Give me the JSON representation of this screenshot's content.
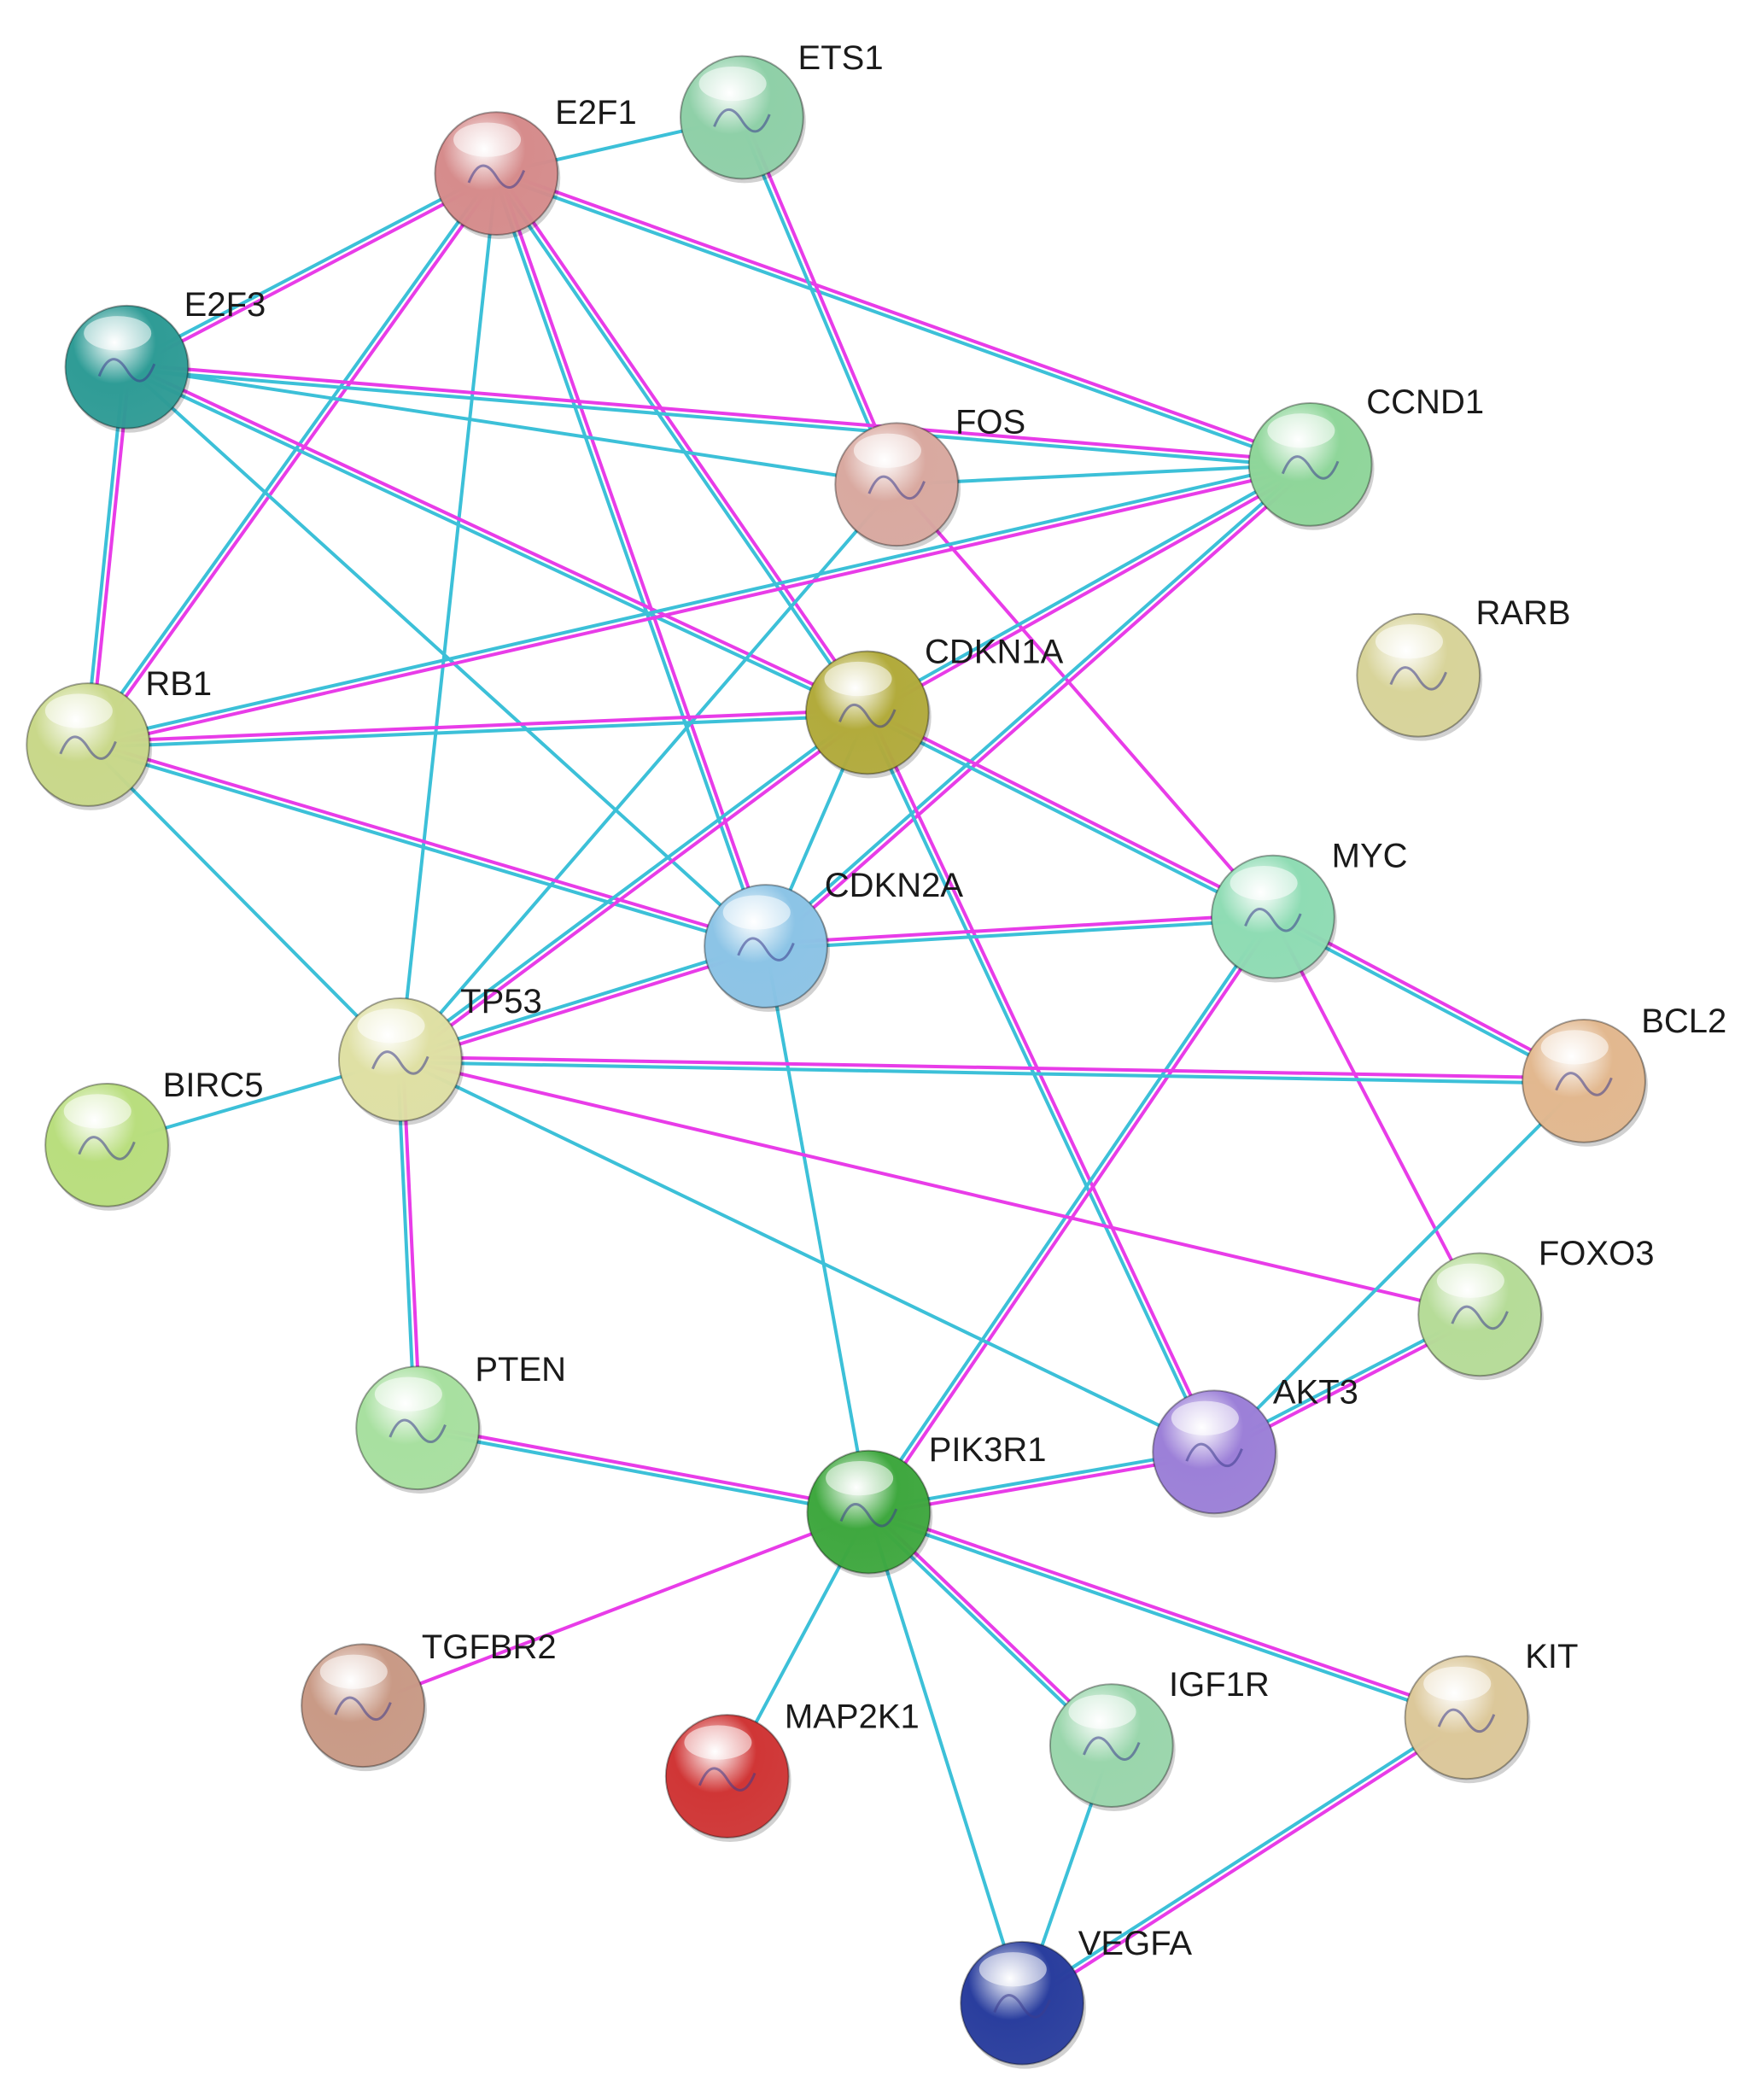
{
  "nodes": [
    {
      "id": "ETS1",
      "label": "ETS1",
      "color": "#8fd0a8"
    },
    {
      "id": "E2F1",
      "label": "E2F1",
      "color": "#d68c8c"
    },
    {
      "id": "E2F3",
      "label": "E2F3",
      "color": "#2f9c96"
    },
    {
      "id": "FOS",
      "label": "FOS",
      "color": "#d9a9a0"
    },
    {
      "id": "CCND1",
      "label": "CCND1",
      "color": "#8fd69a"
    },
    {
      "id": "RARB",
      "label": "RARB",
      "color": "#d8d49a"
    },
    {
      "id": "RB1",
      "label": "RB1",
      "color": "#c9d88a"
    },
    {
      "id": "CDKN1A",
      "label": "CDKN1A",
      "color": "#b2ab3c"
    },
    {
      "id": "CDKN2A",
      "label": "CDKN2A",
      "color": "#8cc4e6"
    },
    {
      "id": "MYC",
      "label": "MYC",
      "color": "#8fdcb4"
    },
    {
      "id": "TP53",
      "label": "TP53",
      "color": "#dfe0a4"
    },
    {
      "id": "BIRC5",
      "label": "BIRC5",
      "color": "#b9de7e"
    },
    {
      "id": "BCL2",
      "label": "BCL2",
      "color": "#e2b88f"
    },
    {
      "id": "FOXO3",
      "label": "FOXO3",
      "color": "#b6dc98"
    },
    {
      "id": "PTEN",
      "label": "PTEN",
      "color": "#a8e0a0"
    },
    {
      "id": "AKT3",
      "label": "AKT3",
      "color": "#9c80d8"
    },
    {
      "id": "PIK3R1",
      "label": "PIK3R1",
      "color": "#3fa83f"
    },
    {
      "id": "TGFBR2",
      "label": "TGFBR2",
      "color": "#c99a86"
    },
    {
      "id": "MAP2K1",
      "label": "MAP2K1",
      "color": "#d03636"
    },
    {
      "id": "IGF1R",
      "label": "IGF1R",
      "color": "#9ad6ac"
    },
    {
      "id": "KIT",
      "label": "KIT",
      "color": "#dcc89a"
    },
    {
      "id": "VEGFA",
      "label": "VEGFA",
      "color": "#2a3e9e"
    }
  ],
  "edges": [
    [
      "E2F1",
      "ETS1",
      "c"
    ],
    [
      "E2F1",
      "E2F3",
      "mc"
    ],
    [
      "E2F1",
      "CCND1",
      "mc"
    ],
    [
      "E2F1",
      "RB1",
      "mc"
    ],
    [
      "E2F1",
      "TP53",
      "c"
    ],
    [
      "E2F1",
      "CDKN1A",
      "mc"
    ],
    [
      "E2F1",
      "CDKN2A",
      "mc"
    ],
    [
      "ETS1",
      "FOS",
      "mc"
    ],
    [
      "E2F3",
      "FOS",
      "c"
    ],
    [
      "E2F3",
      "CCND1",
      "mc"
    ],
    [
      "E2F3",
      "RB1",
      "mc"
    ],
    [
      "E2F3",
      "CDKN1A",
      "mc"
    ],
    [
      "E2F3",
      "CDKN2A",
      "c"
    ],
    [
      "FOS",
      "CCND1",
      "c"
    ],
    [
      "FOS",
      "TP53",
      "c"
    ],
    [
      "FOS",
      "MYC",
      "m"
    ],
    [
      "CCND1",
      "RB1",
      "mc"
    ],
    [
      "CCND1",
      "CDKN1A",
      "mc"
    ],
    [
      "CCND1",
      "CDKN2A",
      "mc"
    ],
    [
      "RB1",
      "CDKN1A",
      "mc"
    ],
    [
      "RB1",
      "CDKN2A",
      "mc"
    ],
    [
      "RB1",
      "TP53",
      "c"
    ],
    [
      "CDKN1A",
      "CDKN2A",
      "c"
    ],
    [
      "CDKN1A",
      "TP53",
      "mc"
    ],
    [
      "CDKN1A",
      "MYC",
      "mc"
    ],
    [
      "CDKN1A",
      "AKT3",
      "mc"
    ],
    [
      "CDKN2A",
      "TP53",
      "mc"
    ],
    [
      "CDKN2A",
      "MYC",
      "mc"
    ],
    [
      "CDKN2A",
      "PIK3R1",
      "c"
    ],
    [
      "MYC",
      "BCL2",
      "mc"
    ],
    [
      "MYC",
      "FOXO3",
      "m"
    ],
    [
      "MYC",
      "PIK3R1",
      "mc"
    ],
    [
      "TP53",
      "BIRC5",
      "c"
    ],
    [
      "TP53",
      "BCL2",
      "mc"
    ],
    [
      "TP53",
      "FOXO3",
      "m"
    ],
    [
      "TP53",
      "PTEN",
      "mc"
    ],
    [
      "TP53",
      "AKT3",
      "c"
    ],
    [
      "BCL2",
      "AKT3",
      "c"
    ],
    [
      "FOXO3",
      "AKT3",
      "mc"
    ],
    [
      "PTEN",
      "PIK3R1",
      "mc"
    ],
    [
      "AKT3",
      "PIK3R1",
      "mc"
    ],
    [
      "PIK3R1",
      "TGFBR2",
      "m"
    ],
    [
      "PIK3R1",
      "MAP2K1",
      "c"
    ],
    [
      "PIK3R1",
      "IGF1R",
      "mc"
    ],
    [
      "PIK3R1",
      "KIT",
      "mc"
    ],
    [
      "PIK3R1",
      "VEGFA",
      "c"
    ],
    [
      "IGF1R",
      "VEGFA",
      "c"
    ],
    [
      "KIT",
      "VEGFA",
      "mc"
    ]
  ],
  "edge_colors": {
    "m": "#e83ce8",
    "c": "#3cc0d8"
  }
}
